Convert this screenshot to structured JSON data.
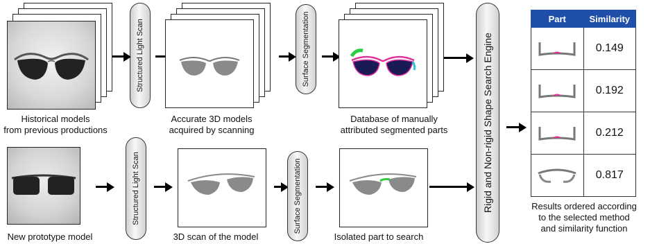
{
  "pills": {
    "top_scan": "Structured Light Scan",
    "top_seg": "Surface Segmentation",
    "bottom_scan": "Structured Light Scan",
    "bottom_seg": "Surface Segmentation"
  },
  "engine_label": "Rigid and Non-rigid Shape Search Engine",
  "captions": {
    "historical_line1": "Historical models",
    "historical_line2": "from previous productions",
    "accurate_line1": "Accurate 3D models",
    "accurate_line2": "acquired by scanning",
    "database_line1": "Database of manually",
    "database_line2": "attributed segmented parts",
    "prototype": "New prototype model",
    "scan": "3D scan of the model",
    "isolated": "Isolated part to search",
    "results_line1": "Results ordered according",
    "results_line2": "to the selected method",
    "results_line3": "and similarity function"
  },
  "results_table": {
    "header_part": "Part",
    "header_similarity": "Similarity",
    "rows": [
      {
        "similarity": "0.149"
      },
      {
        "similarity": "0.192"
      },
      {
        "similarity": "0.212"
      },
      {
        "similarity": "0.817"
      }
    ]
  },
  "colors": {
    "table_header": "#1f4fa8",
    "highlight_green": "#2ecc40",
    "highlight_magenta": "#e0309a",
    "highlight_cyan": "#22c6d8"
  }
}
